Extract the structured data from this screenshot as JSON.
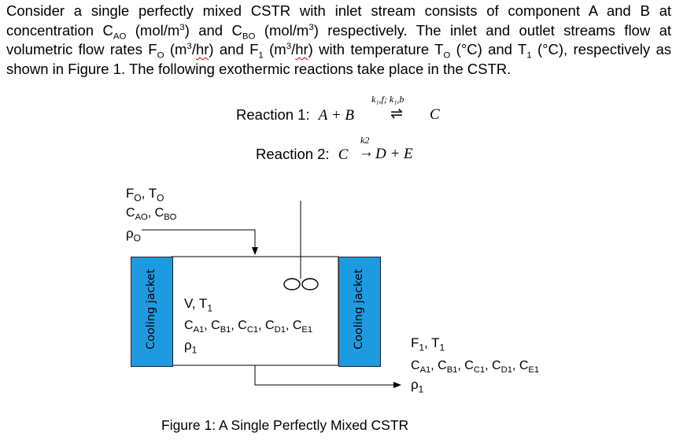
{
  "problem": {
    "text_parts": [
      "Consider a single perfectly mixed CSTR with inlet stream consists of component A and B at concentration C",
      "AO",
      " (mol/m",
      "3",
      ") and C",
      "BO",
      " (mol/m",
      "3",
      ") respectively. The inlet and outlet streams flow at volumetric flow rates F",
      "O",
      " (m",
      "3",
      "/",
      "hr",
      ") and F",
      "1",
      " (m",
      "3",
      "/",
      "hr",
      ") with temperature T",
      "O",
      " (°C) and T",
      "1",
      " (°C), respectively as shown in Figure 1. The following exothermic reactions take place in the CSTR."
    ]
  },
  "reactions": {
    "r1_label": "Reaction 1:",
    "r1_lhs": "A + B",
    "r1_arrow": "⇌",
    "r1_rate": "k₁,f; k₁,b",
    "r1_rhs": "C",
    "r2_label": "Reaction 2:",
    "r2_lhs": "C",
    "r2_arrow": "→",
    "r2_rate": "k2",
    "r2_rhs": "D + E"
  },
  "inlet": {
    "line1": "F",
    "line1_sub": "O",
    "line1b": ", T",
    "line1b_sub": "O",
    "line2": "C",
    "line2_sub": "AO",
    "line2b": ", C",
    "line2b_sub": "BO",
    "line3": "ρ",
    "line3_sub": "O"
  },
  "reactor": {
    "line1": "V, T",
    "line1_sub": "1",
    "line2_parts": [
      "C",
      "A1",
      ", C",
      "B1",
      ", C",
      "C1",
      ", C",
      "D1",
      ", C",
      "E1"
    ],
    "line3": "ρ",
    "line3_sub": "1"
  },
  "outlet": {
    "line1": "F",
    "line1_sub": "1",
    "line1b": ", T",
    "line1b_sub": "1",
    "line2_parts": [
      "C",
      "A1",
      ", C",
      "B1",
      ", C",
      "C1",
      ", C",
      "D1",
      ", C",
      "E1"
    ],
    "line3": "ρ",
    "line3_sub": "1"
  },
  "jacket": {
    "left_label": "Cooling jacket",
    "right_label": "Cooling jacket",
    "color": "#1e9be0"
  },
  "caption": "Figure 1: A Single Perfectly Mixed CSTR"
}
